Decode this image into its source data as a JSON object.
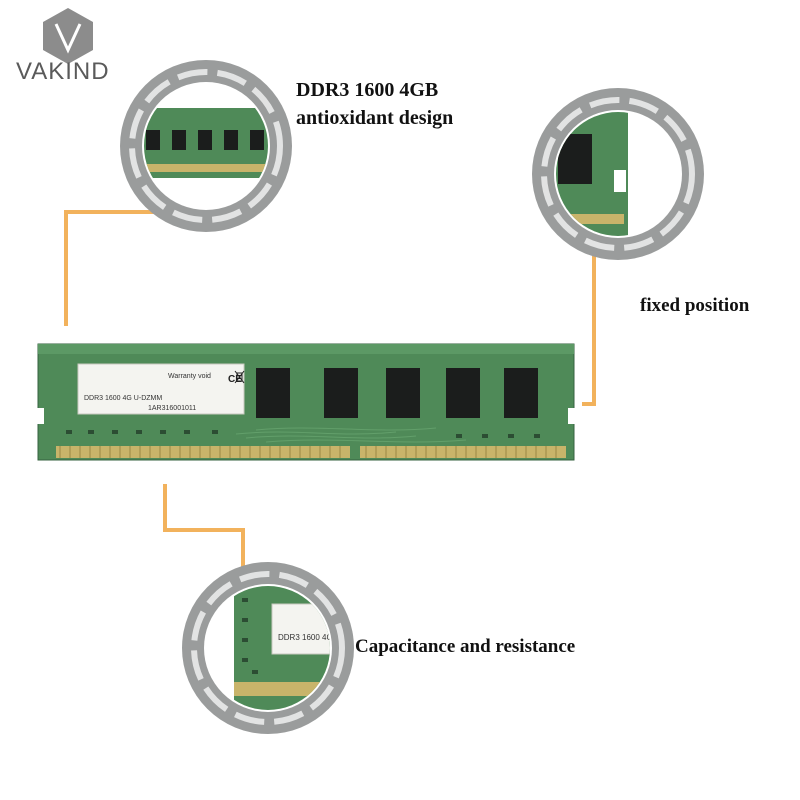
{
  "brand": {
    "name": "VAKIND"
  },
  "captions": {
    "top_line1": "DDR3 1600 4GB",
    "top_line2": "antioxidant design",
    "right": "fixed position",
    "bottom": "Capacitance and resistance"
  },
  "module_label": {
    "part": "DDR3 1600 4G U-DZMM",
    "serial": "1AR316001011",
    "warranty": "Warranty void",
    "marks": "CE",
    "zoom_part": "DDR3 1600 4G"
  },
  "colors": {
    "pcb_green": "#4f8a58",
    "pcb_dark": "#3d7249",
    "chip_black": "#1b1d1c",
    "gold": "#c8b46a",
    "connector_orange": "#f2b25c",
    "ring_gray": "#9a9c9c"
  },
  "icons": [
    "vakind-logo-icon",
    "ce-mark-icon",
    "weee-bin-icon"
  ]
}
